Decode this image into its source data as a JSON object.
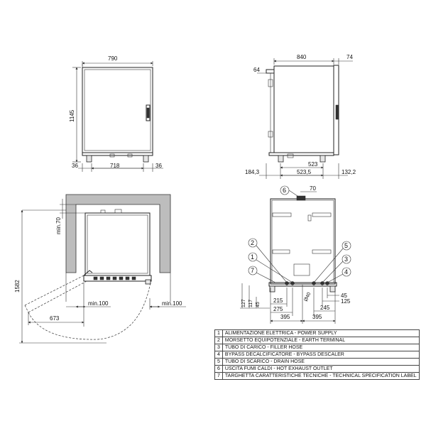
{
  "front_view": {
    "width": "790",
    "height": "1145",
    "foot_left": "36",
    "base_width": "718",
    "foot_right": "36"
  },
  "side_view": {
    "depth": "840",
    "handle_depth": "74",
    "top_offset": "64",
    "feet_spacing_1": "523",
    "left_margin": "184,3",
    "feet_spacing_2": "523,5",
    "right_margin": "132,2"
  },
  "plan_view": {
    "clearance_back": "min.70",
    "door_swing_height": "1582",
    "door_swing_width": "673",
    "clearance_left": "min.100",
    "clearance_right": "min.100"
  },
  "rear_view": {
    "callouts": [
      "6",
      "2",
      "1",
      "7",
      "5",
      "3",
      "4"
    ],
    "dim_top": "70",
    "heights": [
      "127",
      "117",
      "45"
    ],
    "drain_diameter": "Ø40",
    "bottom_left": [
      "215",
      "275",
      "395"
    ],
    "bottom_right": [
      "45",
      "125",
      "245",
      "395"
    ]
  },
  "legend": [
    {
      "num": "1",
      "text": "ALIMENTAZIONE ELETTRICA - POWER SUPPLY"
    },
    {
      "num": "2",
      "text": "MORSETTO EQUIPOTENZIALE - EARTH TERMINAL"
    },
    {
      "num": "3",
      "text": "TUBO DI CARICO - FILLER HOSE"
    },
    {
      "num": "4",
      "text": "BYPASS DECALCIFICATORE - BYPASS DESCALER"
    },
    {
      "num": "5",
      "text": "TUBO DI SCARICO - DRAIN HOSE"
    },
    {
      "num": "6",
      "text": "USCITA FUMI CALDI - HOT EXHAUST OUTLET"
    },
    {
      "num": "7",
      "text": "TARGHETTA CARATTERISTICHE TECNICHE - TECHNICAL SPECIFICATION LABEL"
    }
  ]
}
